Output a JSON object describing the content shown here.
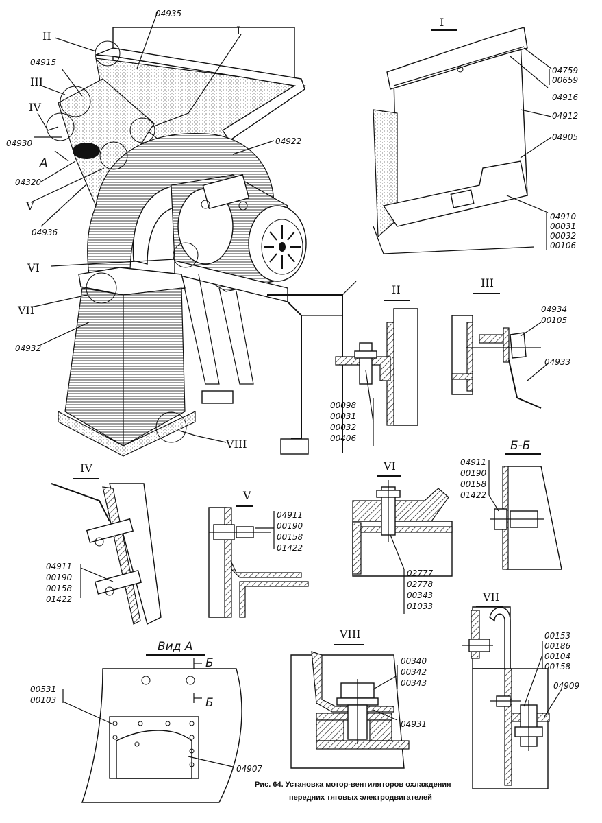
{
  "figure": {
    "caption_line1": "Рис. 64. Установка мотор-вентиляторов охлаждения",
    "caption_line2": "передних тяговых электродвигателей"
  },
  "main_view": {
    "labels": {
      "p04935": "04935",
      "p04915": "04915",
      "p04930": "04930",
      "view_a": "A",
      "p04320": "04320",
      "p04936": "04936",
      "p04922": "04922",
      "p04932": "04932"
    },
    "detail_refs": {
      "I": "I",
      "II": "II",
      "III": "III",
      "IV": "IV",
      "V": "V",
      "VI": "VI",
      "VII": "VII",
      "VIII": "VIII"
    }
  },
  "detail_I": {
    "title": "I",
    "labels": {
      "a1": "04759",
      "a2": "00659",
      "b": "04916",
      "c": "04912",
      "d": "04905",
      "e1": "04910",
      "e2": "00031",
      "e3": "00032",
      "e4": "00106"
    }
  },
  "detail_II": {
    "title": "II",
    "labels": {
      "l1": "00098",
      "l2": "00031",
      "l3": "00032",
      "l4": "00406"
    }
  },
  "detail_III": {
    "title": "III",
    "labels": {
      "l1": "04934",
      "l2": "00105",
      "l3": "04933"
    }
  },
  "detail_IV": {
    "title": "IV",
    "labels": {
      "l1": "04911",
      "l2": "00190",
      "l3": "00158",
      "l4": "01422"
    }
  },
  "detail_V": {
    "title": "V",
    "labels": {
      "l1": "04911",
      "l2": "00190",
      "l3": "00158",
      "l4": "01422"
    }
  },
  "detail_VI": {
    "title": "VI",
    "labels": {
      "l1": "02777",
      "l2": "02778",
      "l3": "00343",
      "l4": "01033"
    }
  },
  "section_BB": {
    "title": "Б-Б",
    "labels": {
      "l1": "04911",
      "l2": "00190",
      "l3": "00158",
      "l4": "01422"
    }
  },
  "view_A": {
    "title": "Вид А",
    "section_mark_1": "Б",
    "section_mark_2": "Б",
    "labels": {
      "l1": "00531",
      "l2": "00103",
      "l3": "04907"
    }
  },
  "detail_VIII": {
    "title": "VIII",
    "labels": {
      "l1": "00340",
      "l2": "00342",
      "l3": "00343",
      "l4": "04931"
    }
  },
  "detail_VII": {
    "title": "VII",
    "labels": {
      "l1": "00153",
      "l2": "00186",
      "l3": "00104",
      "l4": "00158",
      "l5": "04909"
    }
  }
}
